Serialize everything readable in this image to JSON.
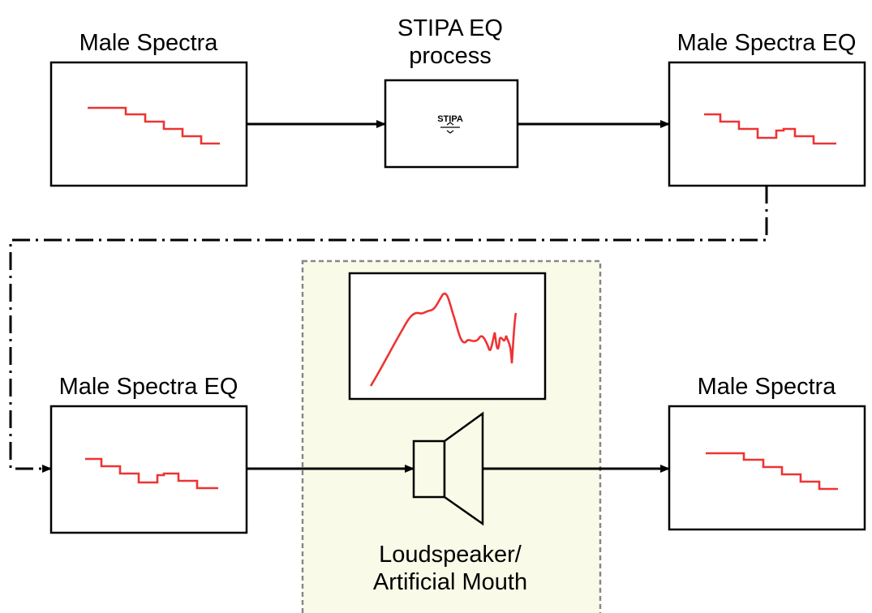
{
  "colors": {
    "trace": "#ee3333",
    "highlight_fill": "#fafae8",
    "highlight_border": "#888888",
    "line": "#000000"
  },
  "top_row": {
    "input_label": "Male Spectra",
    "process_label_line1": "STIPA EQ",
    "process_label_line2": "process",
    "process_icon_text": "STIPA",
    "output_label": "Male Spectra EQ"
  },
  "bottom_row": {
    "input_label": "Male Spectra EQ",
    "device_label_line1": "Loudspeaker/",
    "device_label_line2": "Artificial Mouth",
    "output_label": "Male Spectra"
  },
  "icons": {
    "process": "stipa-logo-icon",
    "device": "loudspeaker-icon",
    "response": "frequency-response-icon"
  }
}
